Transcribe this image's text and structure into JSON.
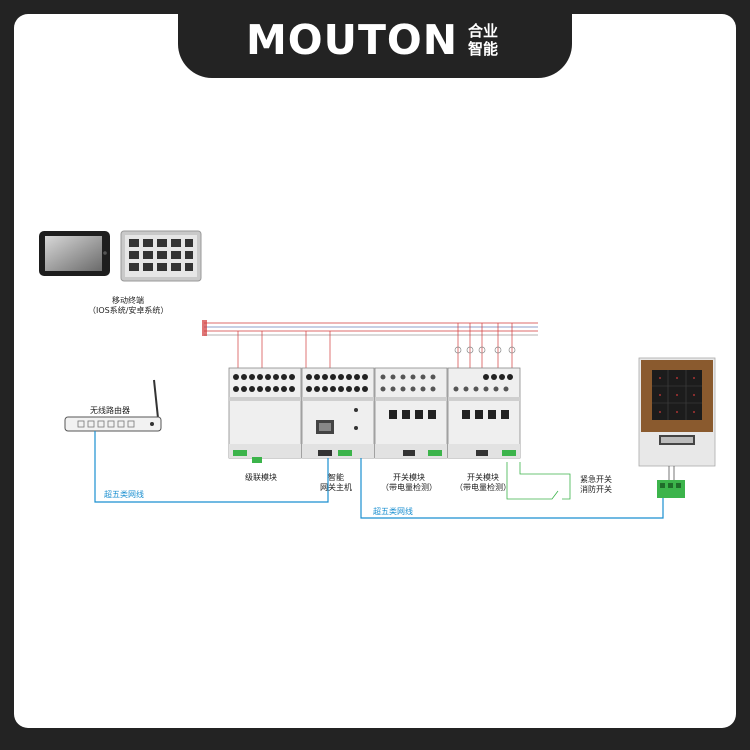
{
  "brand": {
    "logo_text": "MOUTON",
    "logo_cn": "合业\n智能"
  },
  "labels": {
    "mobile_terminal": "移动终端",
    "mobile_os": "（IOS系统/安卓系统）",
    "router": "无线路由器",
    "cable_left": "超五类网线",
    "cable_right": "超五类网线",
    "cascade_module": "级联模块",
    "gateway_line1": "智能",
    "gateway_line2": "网关主机",
    "switch1_line1": "开关模块",
    "switch1_line2": "（带电量检测）",
    "switch2_line1": "开关模块",
    "switch2_line2": "（带电量检测）",
    "emergency_line1": "紧急开关",
    "emergency_line2": "消防开关"
  },
  "colors": {
    "background": "#232323",
    "card": "#ffffff",
    "cable": "#1a8fd0",
    "power_red": "#d23a3a",
    "panel_wood": "#8a5a2e",
    "terminal_green": "#3cb44b"
  },
  "icons": [
    "tablet-icon",
    "control-panel-icon",
    "router-icon",
    "wall-panel-icon",
    "terminal-block-icon"
  ]
}
